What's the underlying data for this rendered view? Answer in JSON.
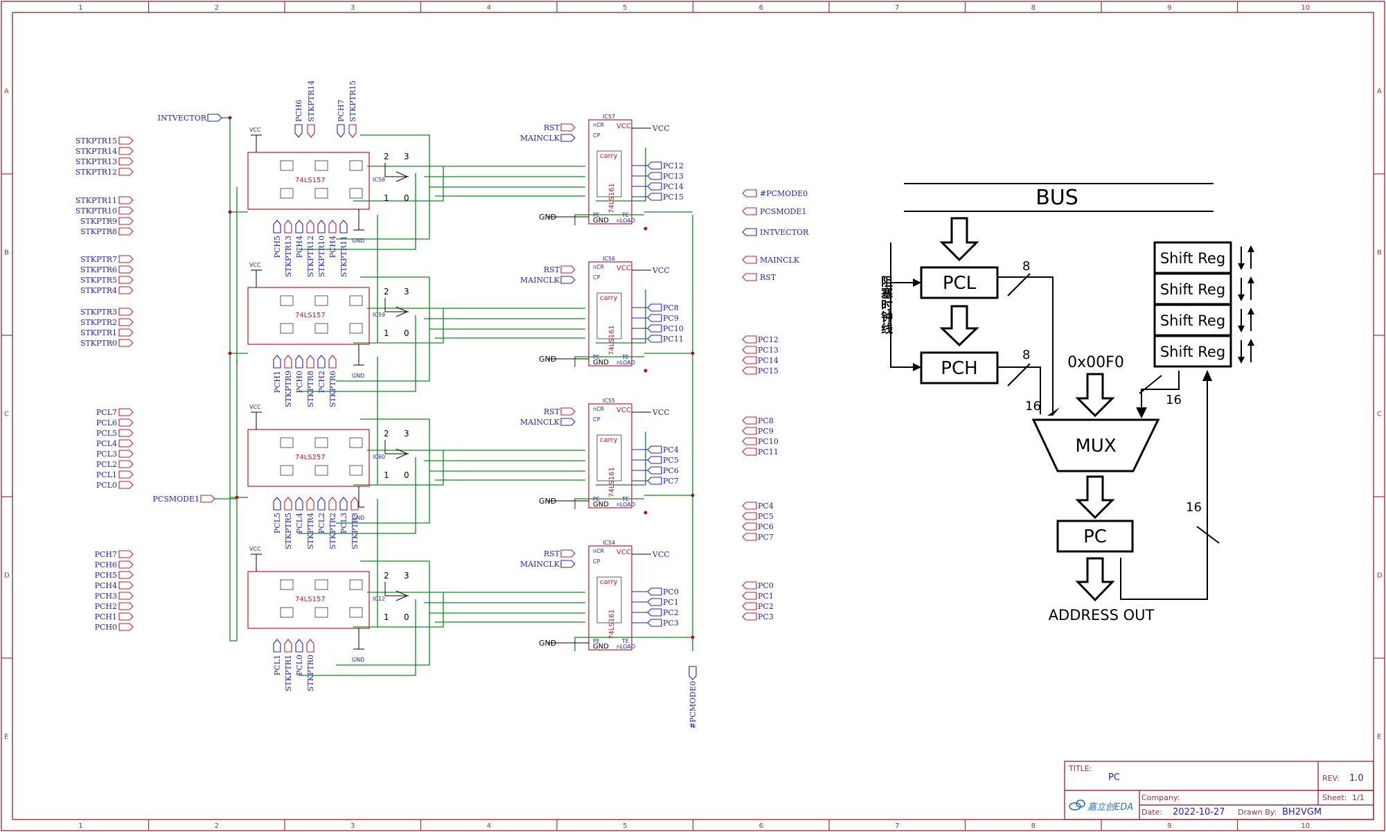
{
  "frame": {
    "col_labels": [
      "1",
      "2",
      "3",
      "4",
      "5",
      "6",
      "7",
      "8",
      "9",
      "10"
    ],
    "row_labels": [
      "A",
      "B",
      "C",
      "D",
      "E"
    ]
  },
  "left_ports": {
    "top": [
      "STKPTR15",
      "STKPTR14",
      "STKPTR13",
      "STKPTR12",
      "STKPTR11",
      "STKPTR10",
      "STKPTR9",
      "STKPTR8",
      "STKPTR7",
      "STKPTR6",
      "STKPTR5",
      "STKPTR4",
      "STKPTR3",
      "STKPTR2",
      "STKPTR1",
      "STKPTR0"
    ],
    "pcl": [
      "PCL7",
      "PCL6",
      "PCL5",
      "PCL4",
      "PCL3",
      "PCL2",
      "PCL1",
      "PCL0"
    ],
    "pch": [
      "PCH7",
      "PCH6",
      "PCH5",
      "PCH4",
      "PCH3",
      "PCH2",
      "PCH1",
      "PCH0"
    ],
    "intvector": "INTVECTOR",
    "pcsmode1": "PCSMODE1"
  },
  "muxes": [
    {
      "ref": "IC58",
      "part": "74LS157",
      "top_pins": [
        "PCH6",
        "STKPTR14",
        "PCH7",
        "STKPTR15"
      ],
      "bot_pins": [
        "PCH5",
        "STKPTR13",
        "PCH4",
        "STKPTR12",
        "STKPTR10",
        "PCH4",
        "STKPTR11"
      ]
    },
    {
      "ref": "IC59",
      "part": "74LS157",
      "top_pins": [],
      "bot_pins": [
        "PCH1",
        "STKPTR9",
        "PCH0",
        "STKPTR8",
        "PCH2",
        "STKPTR6"
      ]
    },
    {
      "ref": "IC60",
      "part": "74LS257",
      "top_pins": [],
      "bot_pins": [
        "PCL5",
        "STKPTR5",
        "PCL4",
        "STKPTR4",
        "PCL2",
        "STKPTR2",
        "PCL3",
        "STKPTR3"
      ]
    },
    {
      "ref": "IC12",
      "part": "74LS157",
      "top_pins": [],
      "bot_pins": [
        "PCL1",
        "STKPTR1",
        "PCL0",
        "STKPTR0"
      ]
    }
  ],
  "mux_common": {
    "vcc": "VCC",
    "gnd": "GND",
    "nums": [
      "2",
      "3",
      "1",
      "0"
    ]
  },
  "counters": [
    {
      "ref": "IC57",
      "outs": [
        "PC12",
        "PC13",
        "PC14",
        "PC15"
      ]
    },
    {
      "ref": "IC56",
      "outs": [
        "PC8",
        "PC9",
        "PC10",
        "PC11"
      ]
    },
    {
      "ref": "IC55",
      "outs": [
        "PC4",
        "PC5",
        "PC6",
        "PC7"
      ]
    },
    {
      "ref": "IC54",
      "outs": [
        "PC0",
        "PC1",
        "PC2",
        "PC3"
      ]
    }
  ],
  "counter_common": {
    "rst": "RST",
    "clk": "MAINCLK",
    "vcc": "VCC",
    "gnd": "GND",
    "part": "74LS161",
    "ncr": "nCR",
    "cp": "CP",
    "carry": "carry",
    "load": "nLOAD",
    "pe": "PE",
    "te": "TE"
  },
  "pcmode0_vertical": "#PCMODE0",
  "right_ports": {
    "signals": [
      "#PCMODE0",
      "PCSMODE1",
      "INTVECTOR",
      "MAINCLK",
      "RST"
    ],
    "pc_groups": [
      [
        "PC12",
        "PC13",
        "PC14",
        "PC15"
      ],
      [
        "PC8",
        "PC9",
        "PC10",
        "PC11"
      ],
      [
        "PC4",
        "PC5",
        "PC6",
        "PC7"
      ],
      [
        "PC0",
        "PC1",
        "PC2",
        "PC3"
      ]
    ]
  },
  "block_diagram": {
    "bus": "BUS",
    "pcl": "PCL",
    "pch": "PCH",
    "mux": "MUX",
    "pc": "PC",
    "const": "0x00F0",
    "shift_regs": [
      "Shift Reg",
      "Shift Reg",
      "Shift Reg",
      "Shift Reg"
    ],
    "side_label": "阻塞时钟线",
    "width_8a": "8",
    "width_8b": "8",
    "width_16a": "16",
    "width_16b": "16",
    "width_16c": "16",
    "out": "ADDRESS OUT"
  },
  "title_block": {
    "title_label": "TITLE:",
    "title": "PC",
    "rev_label": "REV:",
    "rev": "1.0",
    "company_label": "Company:",
    "company": "",
    "sheet_label": "Sheet:",
    "sheet": "1/1",
    "date_label": "Date:",
    "date": "2022-10-27",
    "drawn_label": "Drawn By:",
    "drawn": "BH2VGM",
    "logo": "嘉立创EDA"
  },
  "colors": {
    "frame": "#a0303a",
    "wire": "#0b8a1c",
    "net": "#1d1dcc",
    "chip": "#c8142a"
  }
}
